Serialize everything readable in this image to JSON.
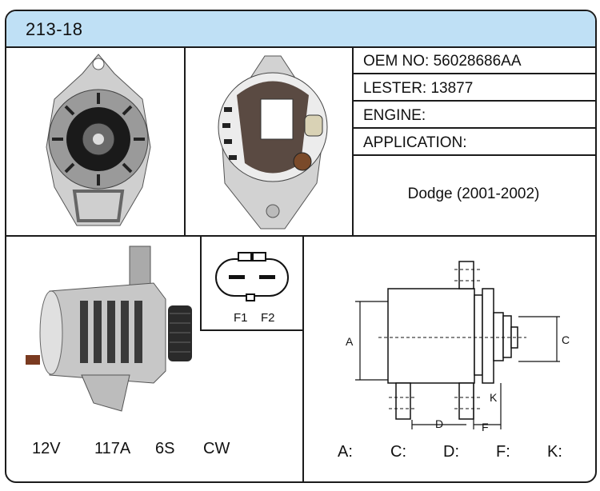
{
  "part_number": "213-18",
  "specs": {
    "oem": "OEM NO: 56028686AA",
    "lester": "LESTER: 13877",
    "engine": "ENGINE:",
    "application": "APPLICATION:",
    "application_value": "Dodge (2001-2002)"
  },
  "ratings": {
    "voltage": "12V",
    "amperage": "117A",
    "pulley": "6S",
    "rotation": "CW"
  },
  "connector": {
    "pin1": "F1",
    "pin2": "F2"
  },
  "diagram": {
    "a": "A",
    "c": "C",
    "d": "D",
    "f": "F",
    "k": "K"
  },
  "dimensions": {
    "a": "A:",
    "c": "C:",
    "d": "D:",
    "f": "F:",
    "k": "K:"
  },
  "colors": {
    "header": "#bfe0f5",
    "border": "#1b1b1b"
  }
}
